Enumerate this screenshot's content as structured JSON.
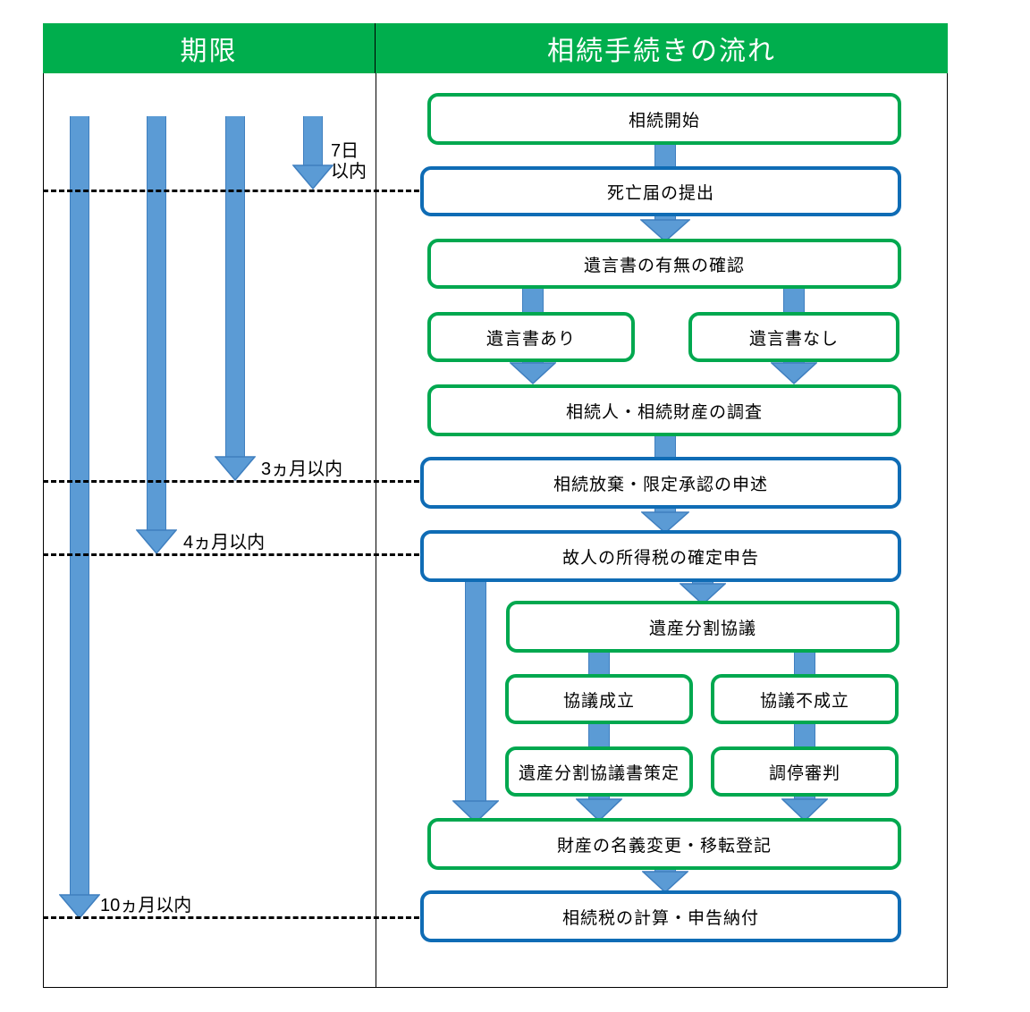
{
  "headers": {
    "deadline": "期限",
    "flow": "相続手続きの流れ"
  },
  "colors": {
    "header_green": "#00AE4D",
    "box_green": "#00A84F",
    "box_blue": "#0F6CB5",
    "arrow_blue": "#5B9BD5",
    "arrow_border": "#3F7FBF",
    "text": "#000000",
    "frame": "#000000"
  },
  "deadlines": [
    {
      "id": "d7",
      "label_line1": "7日",
      "label_line2": "以内",
      "two_line": true
    },
    {
      "id": "d3",
      "label_line1": "3ヵ月以内",
      "two_line": false
    },
    {
      "id": "d4",
      "label_line1": "4ヵ月以内",
      "two_line": false
    },
    {
      "id": "d10",
      "label_line1": "10ヵ月以内",
      "two_line": false
    }
  ],
  "flow_nodes": [
    {
      "id": "n1",
      "label": "相続開始",
      "color": "green"
    },
    {
      "id": "n2",
      "label": "死亡届の提出",
      "color": "blue"
    },
    {
      "id": "n3",
      "label": "遺言書の有無の確認",
      "color": "green"
    },
    {
      "id": "n4",
      "label": "遺言書あり",
      "color": "green"
    },
    {
      "id": "n5",
      "label": "遺言書なし",
      "color": "green"
    },
    {
      "id": "n6",
      "label": "相続人・相続財産の調査",
      "color": "green"
    },
    {
      "id": "n7",
      "label": "相続放棄・限定承認の申述",
      "color": "blue"
    },
    {
      "id": "n8",
      "label": "故人の所得税の確定申告",
      "color": "blue"
    },
    {
      "id": "n9",
      "label": "遺産分割協議",
      "color": "green"
    },
    {
      "id": "n10",
      "label": "協議成立",
      "color": "green"
    },
    {
      "id": "n11",
      "label": "協議不成立",
      "color": "green"
    },
    {
      "id": "n12",
      "label": "遺産分割協議書策定",
      "color": "green"
    },
    {
      "id": "n13",
      "label": "調停審判",
      "color": "green"
    },
    {
      "id": "n14",
      "label": "財産の名義変更・移転登記",
      "color": "green"
    },
    {
      "id": "n15",
      "label": "相続税の計算・申告納付",
      "color": "blue"
    }
  ]
}
